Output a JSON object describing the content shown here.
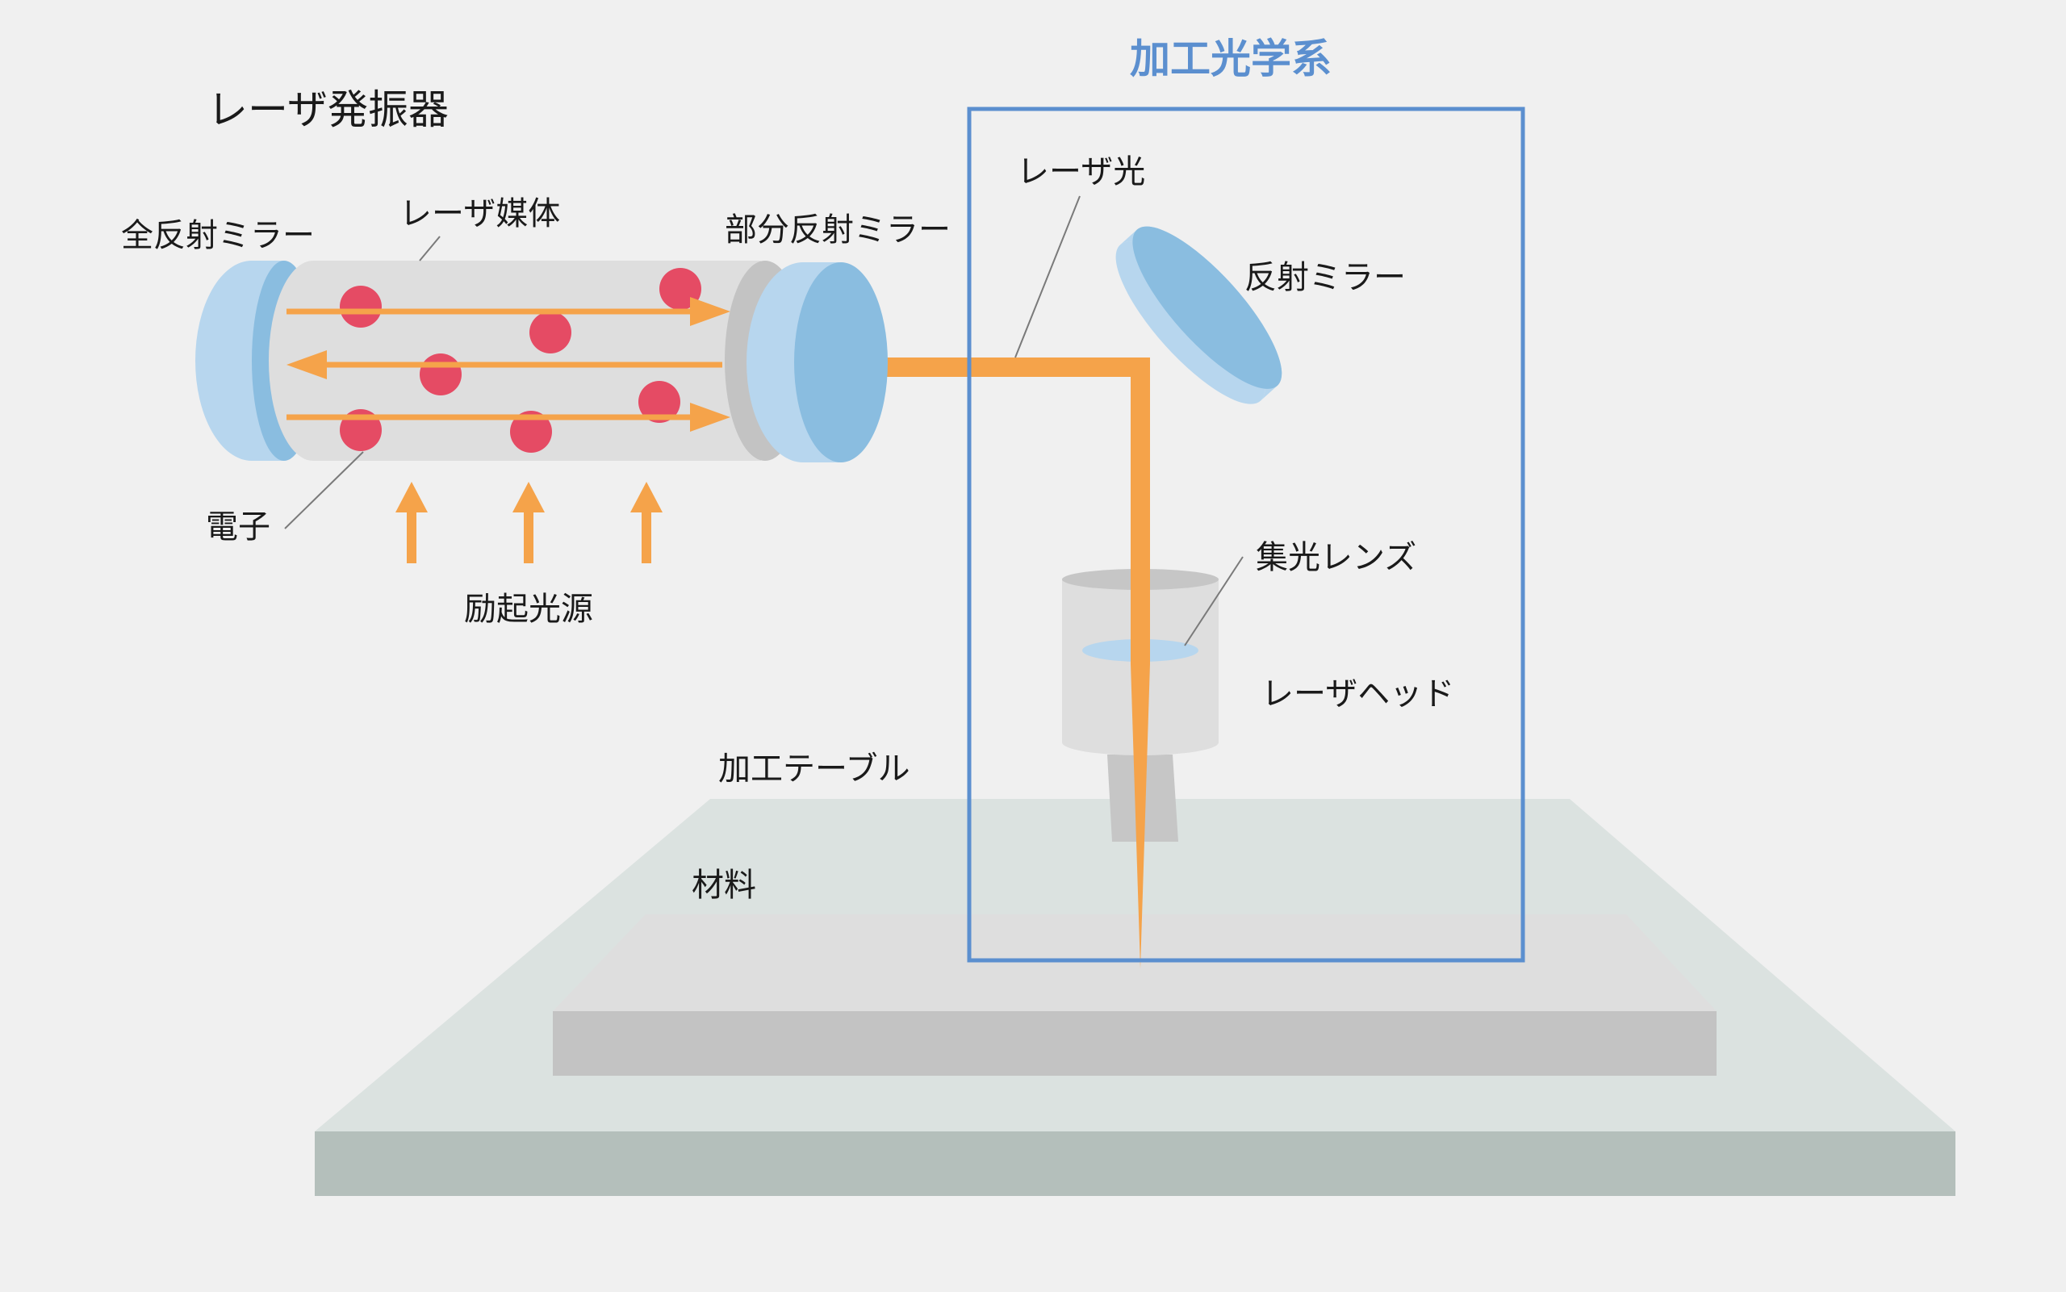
{
  "title": "加工光学系",
  "labels": {
    "laser_oscillator": "レーザ発振器",
    "total_reflection_mirror": "全反射ミラー",
    "laser_medium": "レーザ媒体",
    "partial_reflection_mirror": "部分反射ミラー",
    "electron": "電子",
    "excitation_source": "励起光源",
    "laser_light": "レーザ光",
    "reflection_mirror": "反射ミラー",
    "condenser_lens": "集光レンズ",
    "laser_head": "レーザヘッド",
    "processing_table": "加工テーブル",
    "material": "材料"
  },
  "colors": {
    "background": "#f0f0f0",
    "laser_beam": "#f5a34a",
    "electron": "#e54b64",
    "mirror_light": "#b7d6ee",
    "mirror_dark": "#8abde0",
    "frame": "#5b8fcf",
    "title_text": "#5b8fcf",
    "table_top": "#dbe2e0",
    "table_side": "#b4bfbb",
    "material_top": "#dedede",
    "material_side": "#c3c3c3",
    "tube": "#dedede"
  }
}
